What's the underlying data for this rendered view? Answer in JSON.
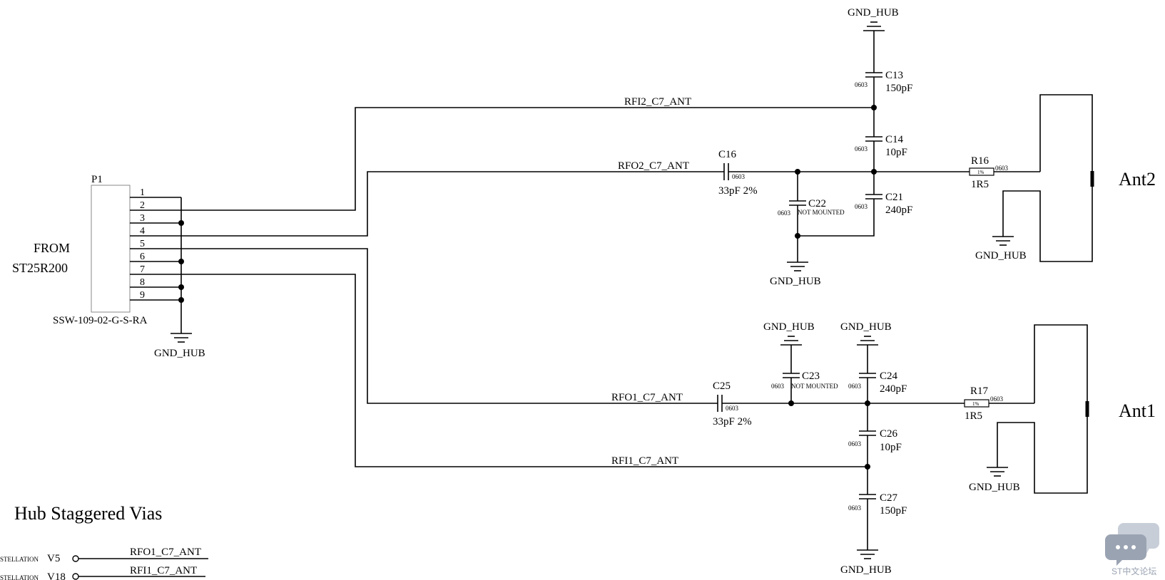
{
  "connector": {
    "ref": "P1",
    "part": "SSW-109-02-G-S-RA",
    "pins": [
      "1",
      "2",
      "3",
      "4",
      "5",
      "6",
      "7",
      "8",
      "9"
    ],
    "source_line1": "FROM",
    "source_line2": "ST25R200"
  },
  "ground_label": "GND_HUB",
  "nets": {
    "rfi2": "RFI2_C7_ANT",
    "rfo2": "RFO2_C7_ANT",
    "rfo1": "RFO1_C7_ANT",
    "rfi1": "RFI1_C7_ANT"
  },
  "components": {
    "C13": {
      "ref": "C13",
      "value": "150pF",
      "pkg": "0603"
    },
    "C14": {
      "ref": "C14",
      "value": "10pF",
      "pkg": "0603"
    },
    "C16": {
      "ref": "C16",
      "value": "33pF 2%",
      "pkg": "0603"
    },
    "C21": {
      "ref": "C21",
      "value": "240pF",
      "pkg": "0603"
    },
    "C22": {
      "ref": "C22",
      "value": "NOT MOUNTED",
      "pkg": "0603"
    },
    "C23": {
      "ref": "C23",
      "value": "NOT MOUNTED",
      "pkg": "0603"
    },
    "C24": {
      "ref": "C24",
      "value": "240pF",
      "pkg": "0603"
    },
    "C25": {
      "ref": "C25",
      "value": "33pF 2%",
      "pkg": "0603"
    },
    "C26": {
      "ref": "C26",
      "value": "10pF",
      "pkg": "0603"
    },
    "C27": {
      "ref": "C27",
      "value": "150pF",
      "pkg": "0603"
    },
    "R16": {
      "ref": "R16",
      "value": "1R5",
      "pkg": "0603",
      "tol": "1%"
    },
    "R17": {
      "ref": "R17",
      "value": "1R5",
      "pkg": "0603",
      "tol": "1%"
    }
  },
  "antennas": {
    "ant1": "Ant1",
    "ant2": "Ant2"
  },
  "vias": {
    "title": "Hub Staggered Vias",
    "rows": [
      {
        "prefix": "STELLATION",
        "via": "V5",
        "net": "RFO1_C7_ANT"
      },
      {
        "prefix": "STELLATION",
        "via": "V18",
        "net": "RFI1_C7_ANT"
      }
    ]
  },
  "watermark": "ST中文论坛"
}
